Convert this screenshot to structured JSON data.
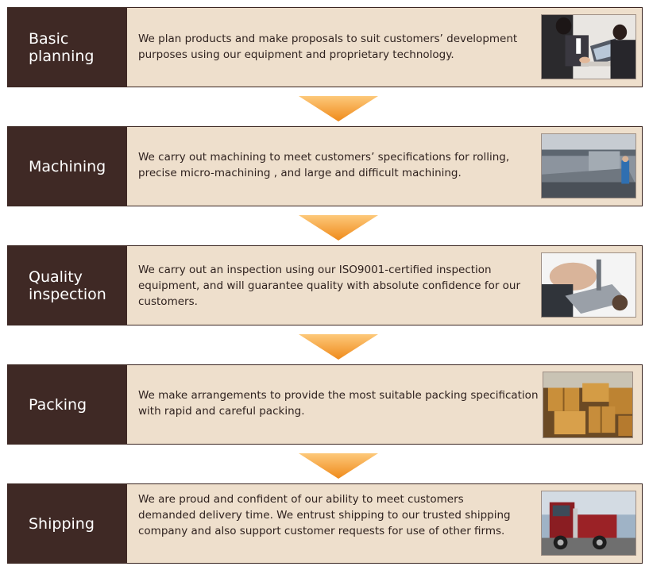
{
  "steps": [
    {
      "title": "Basic\nplanning",
      "text": "We plan products and make proposals to suit customers’ development purposes using our equipment and proprietary technology.",
      "photo_icon": "business-meeting-photo"
    },
    {
      "title": "Machining",
      "text": "We carry out machining to meet customers’ specifications for rolling, precise micro-machining , and large and difficult machining.",
      "photo_icon": "machine-tool-photo"
    },
    {
      "title": "Quality\ninspection",
      "text": "We carry out an inspection using our ISO9001-certified inspection equipment, and will guarantee quality with absolute confidence for our customers.",
      "photo_icon": "micrometer-inspection-photo"
    },
    {
      "title": "Packing",
      "text": "We make arrangements to provide the most suitable packing specification with rapid and careful packing.",
      "photo_icon": "cardboard-boxes-photo"
    },
    {
      "title": "Shipping",
      "text": "We are proud and confident of our ability to meet customers demanded delivery time. We entrust shipping to our trusted shipping company and also support customer requests for use of other firms.",
      "photo_icon": "truck-photo"
    }
  ],
  "colors": {
    "label_bg": "#3f2925",
    "panel_bg": "#eedfcc",
    "arrow": "#f39a2a"
  }
}
